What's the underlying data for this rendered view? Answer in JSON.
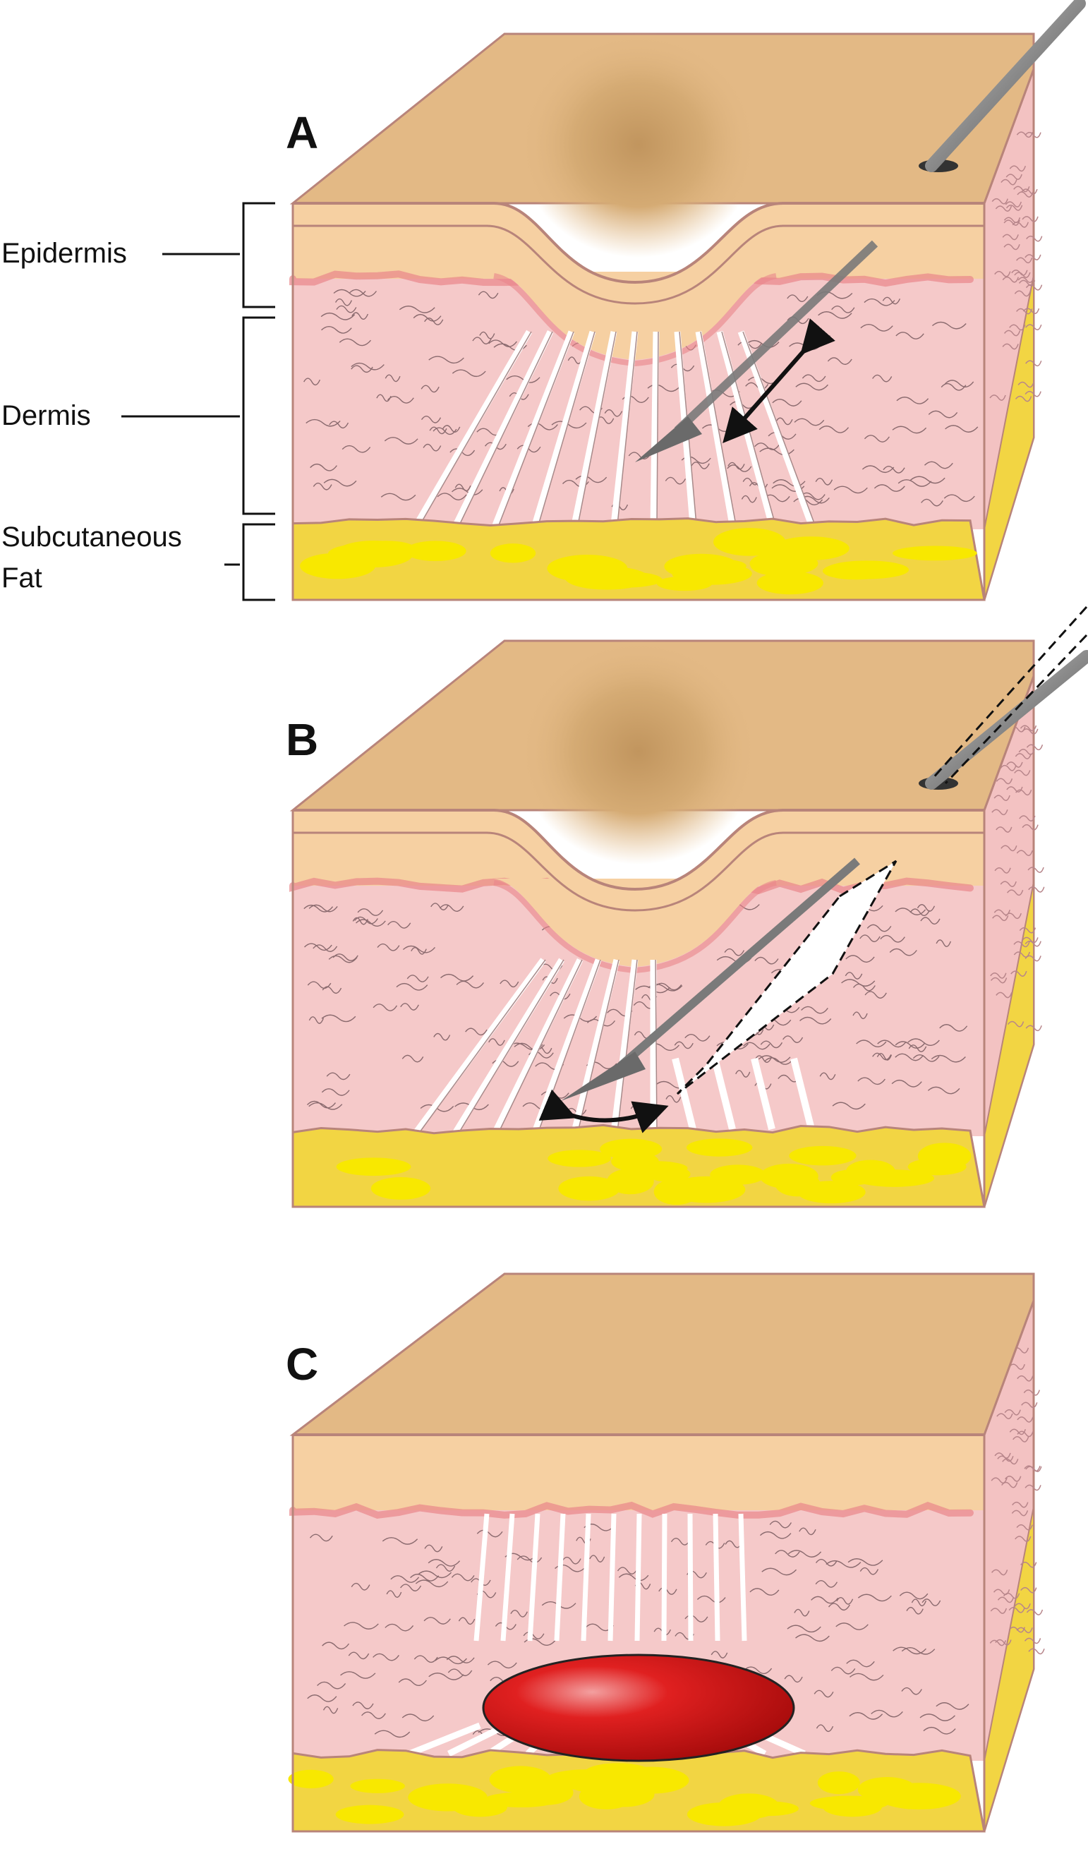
{
  "panels": [
    {
      "letter": "A",
      "technique": "needle-forward-backward"
    },
    {
      "letter": "B",
      "technique": "needle-fanning"
    },
    {
      "letter": "C",
      "technique": "released-with-hematoma"
    }
  ],
  "layer_labels": {
    "epidermis": "Epidermis",
    "dermis": "Dermis",
    "subcutaneous_line1": "Subcutaneous",
    "subcutaneous_line2": "Fat"
  },
  "colors": {
    "skin_top": "#e3b985",
    "skin_top_shadow": "#c1955e",
    "epidermis": "#f6d0a2",
    "dermis": "#f5c9c9",
    "dermis_edge": "#e9868a",
    "side_face": "#f3c2c2",
    "fat": "#f2d543",
    "fat_blob": "#f8e800",
    "outline": "#b8847a",
    "needle": "#8a8a8a",
    "hematoma": "#d01818"
  }
}
